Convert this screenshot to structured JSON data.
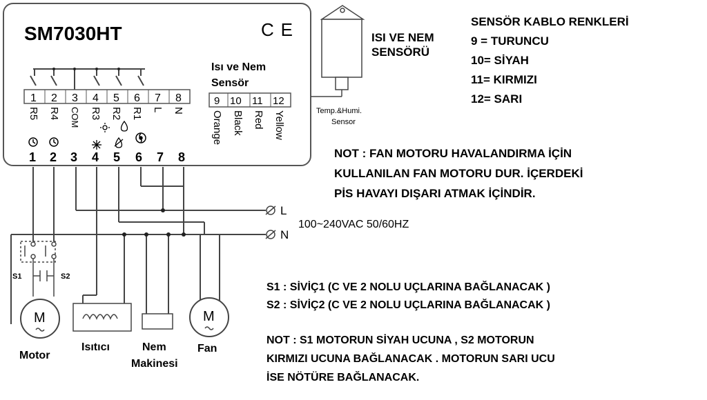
{
  "controller": {
    "model": "SM7030HT",
    "ce_mark": "CE",
    "terminals": [
      {
        "num": "1",
        "label": "R5"
      },
      {
        "num": "2",
        "label": "R4"
      },
      {
        "num": "3",
        "label": "COM"
      },
      {
        "num": "4",
        "label": "R3"
      },
      {
        "num": "5",
        "label": "R2"
      },
      {
        "num": "6",
        "label": "R1"
      },
      {
        "num": "7",
        "label": "L"
      },
      {
        "num": "8",
        "label": "N"
      }
    ],
    "sensor_heading_1": "Isı ve Nem",
    "sensor_heading_2": "Sensör",
    "sensor_terminals": [
      {
        "num": "9",
        "label": "Orange"
      },
      {
        "num": "10",
        "label": "Black"
      },
      {
        "num": "11",
        "label": "Red"
      },
      {
        "num": "12",
        "label": "Yellow"
      }
    ],
    "bottom_numbers": [
      "1",
      "2",
      "3",
      "4",
      "5",
      "6",
      "7",
      "8"
    ]
  },
  "sensor": {
    "caption_1": "Temp.&Humi.",
    "caption_2": "Sensor",
    "title_1": "ISI VE NEM",
    "title_2": "SENSÖRÜ"
  },
  "cable_colors": {
    "heading": "SENSÖR KABLO RENKLERİ",
    "items": [
      "9  = TURUNCU",
      "10= SİYAH",
      "11= KIRMIZI",
      "12= SARI"
    ]
  },
  "fan_note": [
    "NOT : FAN MOTORU HAVALANDIRMA İÇİN",
    "KULLANILAN FAN MOTORU DUR. İÇERDEKİ",
    "PİS HAVAYI DIŞARI ATMAK İÇİNDİR."
  ],
  "power": {
    "line_label": "L",
    "neutral_label": "N",
    "supply": "100~240VAC 50/60HZ"
  },
  "components": {
    "s1": "S1",
    "s2": "S2",
    "motor_symbol": "M",
    "motor_label": "Motor",
    "heater_label": "Isıtıcı",
    "humidifier_label_1": "Nem",
    "humidifier_label_2": "Makinesi",
    "fan_symbol": "M",
    "fan_label": "Fan"
  },
  "switch_notes": [
    "S1 : SİVİÇ1  (C VE 2 NOLU UÇLARINA BAĞLANACAK )",
    "S2 : SİVİÇ2  (C VE 2 NOLU UÇLARINA BAĞLANACAK )"
  ],
  "motor_note": [
    "NOT : S1 MOTORUN SİYAH UCUNA , S2 MOTORUN",
    "KIRMIZI UCUNA BAĞLANACAK . MOTORUN SARI UCU",
    "İSE NÖTÜRE BAĞLANACAK."
  ]
}
